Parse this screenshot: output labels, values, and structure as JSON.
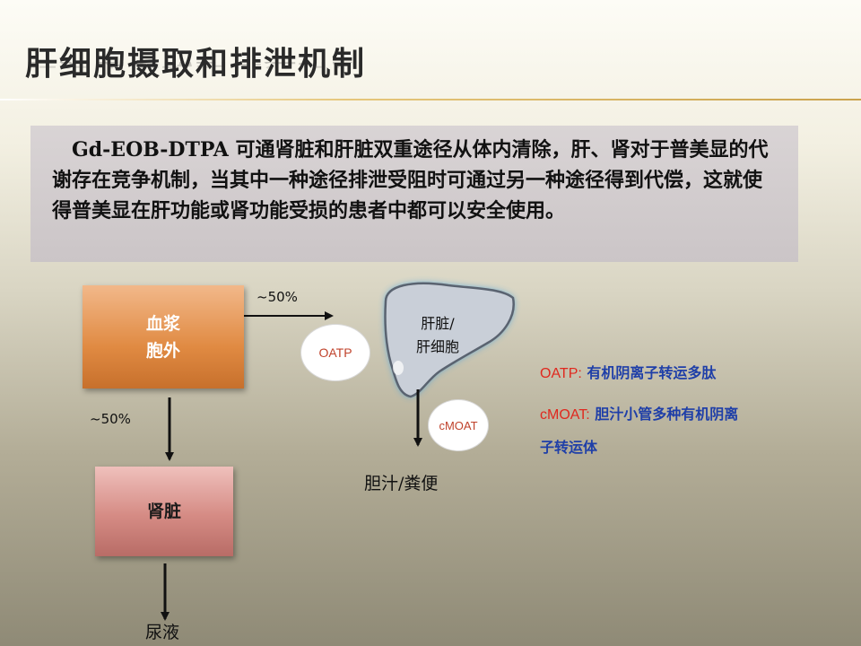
{
  "slide": {
    "title": "肝细胞摄取和排泄机制",
    "intro": "Gd-EOB-DTPA 可通肾脏和肝脏双重途径从体内清除，肝、肾对于普美显的代谢存在竞争机制，当其中一种途径排泄受阻时可通过另一种途径得到代偿，这就使得普美显在肝功能或肾功能受损的患者中都可以安全使用。"
  },
  "diagram": {
    "plasma_line1": "血浆",
    "plasma_line2": "胞外",
    "to_liver_pct": "~50%",
    "to_kidney_pct": "~50%",
    "transporter_in": "OATP",
    "liver_line1": "肝脏/",
    "liver_line2": "肝细胞",
    "transporter_out": "cMOAT",
    "liver_output": "胆汁/粪便",
    "kidney_label": "肾脏",
    "kidney_output": "尿液"
  },
  "legend": {
    "oatp_key": "OATP:",
    "oatp_desc": "有机阴离子转运多肽",
    "cmoat_key": "cMOAT:",
    "cmoat_desc_line1": "胆汁小管多种有机阴离",
    "cmoat_desc_line2": "子转运体"
  },
  "colors": {
    "plasma_box": "#e08a42",
    "kidney_box": "#d58b84",
    "liver_fill": "#c9cfd8",
    "liver_glow": "#4aa3e0",
    "legend_key": "#e0281e",
    "legend_text": "#1f3fa8"
  }
}
